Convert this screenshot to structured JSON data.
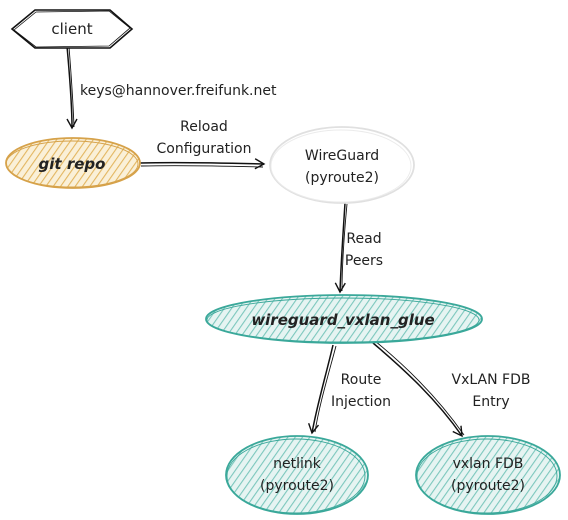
{
  "nodes": {
    "client": {
      "label": "client"
    },
    "git_repo": {
      "label": "git repo"
    },
    "wireguard": {
      "line1": "WireGuard",
      "line2": "(pyroute2)"
    },
    "glue": {
      "label": "wireguard_vxlan_glue"
    },
    "netlink": {
      "line1": "netlink",
      "line2": "(pyroute2)"
    },
    "vxlan_fdb": {
      "line1": "vxlan FDB",
      "line2": "(pyroute2)"
    }
  },
  "edges": {
    "keys": {
      "label": "keys@hannover.freifunk.net"
    },
    "reload": {
      "line1": "Reload",
      "line2": "Configuration"
    },
    "read": {
      "line1": "Read",
      "line2": "Peers"
    },
    "route": {
      "line1": "Route",
      "line2": "Injection"
    },
    "vxlan": {
      "line1": "VxLAN FDB",
      "line2": "Entry"
    }
  },
  "colors": {
    "ink": "#111111",
    "git_fill": "#f1d9a2",
    "git_stroke": "#d6a24a",
    "wg_stroke": "#e0e0e0",
    "teal_fill": "#c8e8e4",
    "teal_stroke": "#3aa89a"
  }
}
